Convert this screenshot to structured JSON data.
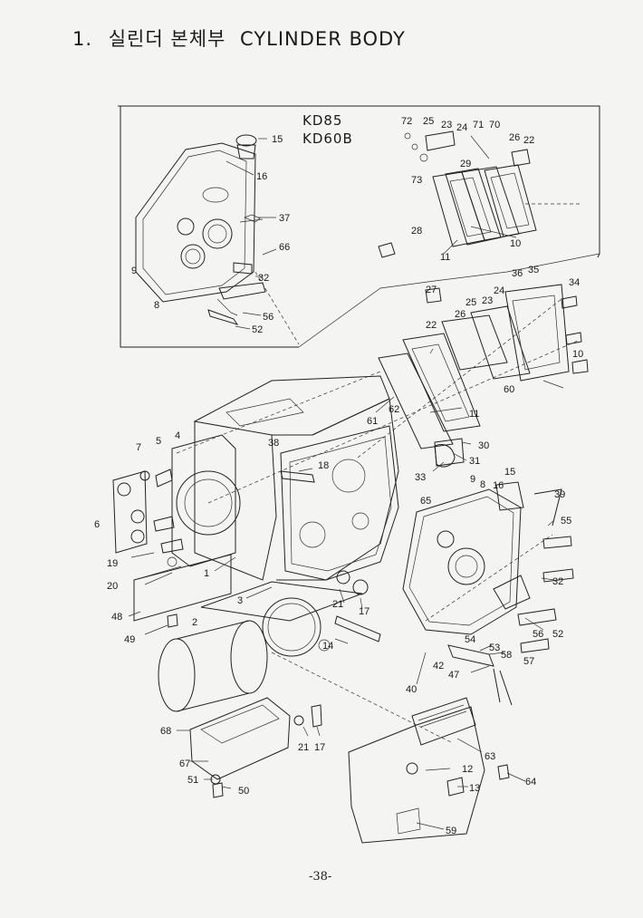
{
  "header": {
    "section_number": "1.",
    "title_korean": "실린더 본체부",
    "title_english": "CYLINDER BODY"
  },
  "inset": {
    "model_1": "KD85",
    "model_2": "KD60B"
  },
  "callouts": [
    "1",
    "2",
    "3",
    "4",
    "5",
    "6",
    "7",
    "8",
    "9",
    "10",
    "11",
    "12",
    "13",
    "14",
    "15",
    "16",
    "17",
    "18",
    "19",
    "20",
    "21",
    "22",
    "23",
    "24",
    "25",
    "26",
    "27",
    "28",
    "29",
    "30",
    "31",
    "32",
    "33",
    "34",
    "35",
    "36",
    "37",
    "38",
    "39",
    "40",
    "42",
    "47",
    "48",
    "49",
    "50",
    "51",
    "52",
    "53",
    "54",
    "55",
    "56",
    "57",
    "58",
    "59",
    "60",
    "61",
    "62",
    "63",
    "64",
    "65",
    "66",
    "67",
    "68",
    "70",
    "71",
    "72",
    "73"
  ],
  "footer": {
    "page_number": "-38-"
  }
}
